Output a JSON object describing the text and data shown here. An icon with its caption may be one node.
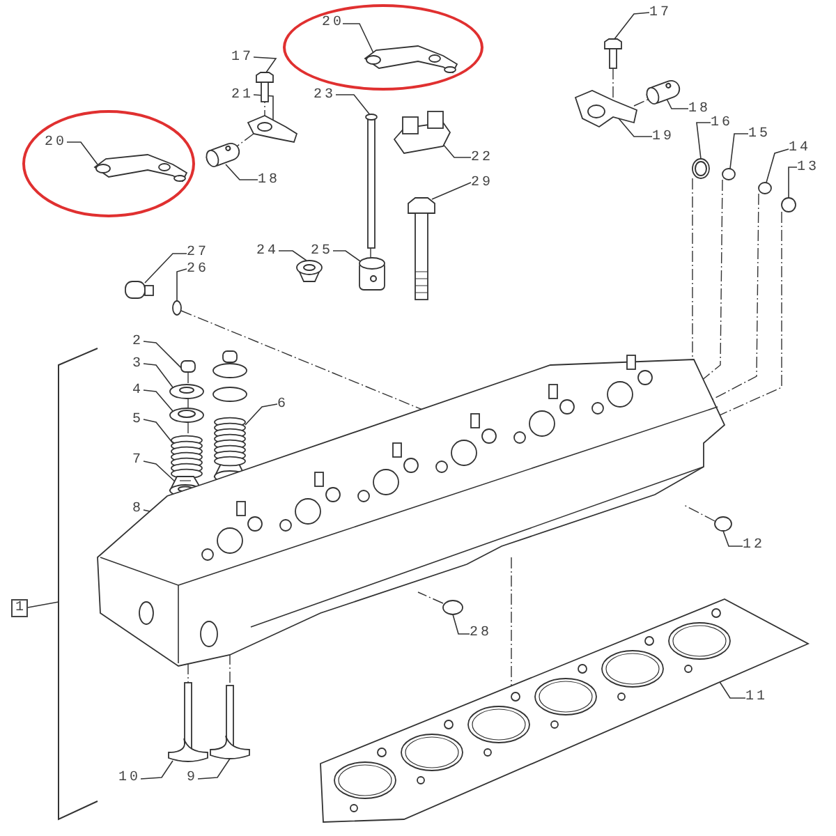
{
  "diagram": {
    "nodes": [
      {
        "text": [],
        "shape": "ellipse"
      },
      {
        "text": [
          "20"
        ],
        "in": 0
      },
      {
        "text": [],
        "shape": "picture",
        "in": 0
      },
      {
        "text": [
          "17"
        ]
      },
      {
        "text": [],
        "shape": "picture"
      },
      {
        "text": [
          "21"
        ]
      },
      {
        "text": [],
        "shape": "picture"
      },
      {
        "text": [
          "23"
        ]
      },
      {
        "text": [],
        "shape": "bar"
      },
      {
        "text": [],
        "shape": "ellipse"
      },
      {
        "text": [
          "20"
        ],
        "in": 9
      },
      {
        "text": [],
        "shape": "picture",
        "in": 9
      },
      {
        "text": [
          "18"
        ]
      },
      {
        "text": [],
        "shape": "picture"
      },
      {
        "text": [
          "22"
        ]
      },
      {
        "text": [],
        "shape": "picture"
      },
      {
        "text": [
          "29"
        ]
      },
      {
        "text": [],
        "shape": "picture"
      },
      {
        "text": [
          "17"
        ]
      },
      {
        "text": [],
        "shape": "picture"
      },
      {
        "text": [
          "18"
        ]
      },
      {
        "text": [],
        "shape": "picture"
      },
      {
        "text": [
          "19"
        ]
      },
      {
        "text": [],
        "shape": "picture"
      },
      {
        "text": [
          "16"
        ]
      },
      {
        "text": [],
        "shape": "picture"
      },
      {
        "text": [
          "15"
        ]
      },
      {
        "text": [],
        "shape": "circle"
      },
      {
        "text": [
          "14"
        ]
      },
      {
        "text": [],
        "shape": "circle"
      },
      {
        "text": [
          "13"
        ]
      },
      {
        "text": [],
        "shape": "circle"
      },
      {
        "text": [
          "24"
        ]
      },
      {
        "text": [],
        "shape": "picture"
      },
      {
        "text": [
          "25"
        ]
      },
      {
        "text": [],
        "shape": "picture"
      },
      {
        "text": [
          "27"
        ]
      },
      {
        "text": [],
        "shape": "box"
      },
      {
        "text": [
          "26"
        ]
      },
      {
        "text": [],
        "shape": "circle"
      },
      {
        "text": [
          "2"
        ]
      },
      {
        "text": [],
        "shape": "box"
      },
      {
        "text": [
          "3"
        ]
      },
      {
        "text": [],
        "shape": "picture"
      },
      {
        "text": [
          "4"
        ]
      },
      {
        "text": [],
        "shape": "picture"
      },
      {
        "text": [
          "5"
        ]
      },
      {
        "text": [],
        "shape": "picture"
      },
      {
        "text": [
          "6"
        ]
      },
      {
        "text": [],
        "shape": "picture"
      },
      {
        "text": [
          "7"
        ]
      },
      {
        "text": [],
        "shape": "picture"
      },
      {
        "text": [
          "8"
        ]
      },
      {
        "text": [],
        "shape": "picture"
      },
      {
        "text": [
          "12"
        ]
      },
      {
        "text": [],
        "shape": "circle"
      },
      {
        "text": [
          "28"
        ]
      },
      {
        "text": [],
        "shape": "circle"
      },
      {
        "text": [
          "11"
        ]
      },
      {
        "text": [],
        "shape": "picture"
      },
      {
        "text": [
          "10"
        ]
      },
      {
        "text": [],
        "shape": "picture"
      },
      {
        "text": [
          "9"
        ]
      },
      {
        "text": [],
        "shape": "picture"
      },
      {
        "text": [
          "1"
        ]
      },
      {
        "text": [],
        "shape": "bracket"
      }
    ],
    "edges": [
      {
        "from": 1,
        "to": 2,
        "arrow": "none"
      },
      {
        "from": 3,
        "to": 4,
        "arrow": "none"
      },
      {
        "from": 5,
        "to": 6,
        "arrow": "none"
      },
      {
        "from": 7,
        "to": 8,
        "arrow": "none"
      },
      {
        "from": 10,
        "to": 11,
        "arrow": "none"
      },
      {
        "from": 12,
        "to": 13,
        "arrow": "none"
      },
      {
        "from": 14,
        "to": 15,
        "arrow": "none"
      },
      {
        "from": 16,
        "to": 17,
        "arrow": "none"
      },
      {
        "from": 18,
        "to": 19,
        "arrow": "none"
      },
      {
        "from": 20,
        "to": 21,
        "arrow": "none"
      },
      {
        "from": 22,
        "to": 23,
        "arrow": "none"
      },
      {
        "from": 24,
        "to": 25,
        "arrow": "none"
      },
      {
        "from": 26,
        "to": 27,
        "arrow": "none"
      },
      {
        "from": 28,
        "to": 29,
        "arrow": "none"
      },
      {
        "from": 30,
        "to": 31,
        "arrow": "none"
      },
      {
        "from": 32,
        "to": 33,
        "arrow": "none"
      },
      {
        "from": 34,
        "to": 35,
        "arrow": "none"
      },
      {
        "from": 36,
        "to": 37,
        "arrow": "none"
      },
      {
        "from": 38,
        "to": 39,
        "arrow": "none"
      },
      {
        "from": 40,
        "to": 41,
        "arrow": "none"
      },
      {
        "from": 42,
        "to": 43,
        "arrow": "none"
      },
      {
        "from": 44,
        "to": 45,
        "arrow": "none"
      },
      {
        "from": 46,
        "to": 47,
        "arrow": "none"
      },
      {
        "from": 48,
        "to": 49,
        "arrow": "none"
      },
      {
        "from": 50,
        "to": 51,
        "arrow": "none"
      },
      {
        "from": 52,
        "to": 53,
        "arrow": "none"
      },
      {
        "from": 54,
        "to": 55,
        "arrow": "none"
      },
      {
        "from": 56,
        "to": 57,
        "arrow": "none"
      },
      {
        "from": 58,
        "to": 59,
        "arrow": "none"
      },
      {
        "from": 60,
        "to": 61,
        "arrow": "none"
      },
      {
        "from": 62,
        "to": 63,
        "arrow": "none"
      },
      {
        "from": 64,
        "to": 65,
        "arrow": "none"
      },
      {
        "from": 4,
        "to": 6,
        "arrow": "none",
        "style": "dashed"
      },
      {
        "from": 6,
        "to": 13,
        "arrow": "none",
        "style": "dashed"
      },
      {
        "from": 8,
        "to": 35,
        "arrow": "none",
        "style": "dashed"
      },
      {
        "from": 19,
        "to": 23,
        "arrow": "none",
        "style": "dashed"
      },
      {
        "from": 23,
        "to": 21,
        "arrow": "none",
        "style": "dashed"
      },
      {
        "from": 25,
        "to": 53,
        "arrow": "none",
        "style": "dashed"
      },
      {
        "from": 27,
        "to": 53,
        "arrow": "none",
        "style": "dashed"
      },
      {
        "from": 29,
        "to": 53,
        "arrow": "none",
        "style": "dashed"
      },
      {
        "from": 31,
        "to": 53,
        "arrow": "none",
        "style": "dashed"
      },
      {
        "from": 39,
        "to": 53,
        "arrow": "none",
        "style": "dashed"
      },
      {
        "from": 41,
        "to": 43,
        "arrow": "none",
        "style": "dashed"
      },
      {
        "from": 43,
        "to": 45,
        "arrow": "none",
        "style": "dashed"
      },
      {
        "from": 45,
        "to": 47,
        "arrow": "none",
        "style": "dashed"
      },
      {
        "from": 53,
        "to": 61,
        "arrow": "none",
        "style": "dashed"
      },
      {
        "from": 53,
        "to": 63,
        "arrow": "none",
        "style": "dashed"
      },
      {
        "from": 55,
        "to": 53,
        "arrow": "none",
        "style": "dashed"
      },
      {
        "from": 57,
        "to": 53,
        "arrow": "none",
        "style": "dashed"
      },
      {
        "from": 53,
        "to": 59,
        "arrow": "none",
        "style": "dashed"
      }
    ]
  }
}
